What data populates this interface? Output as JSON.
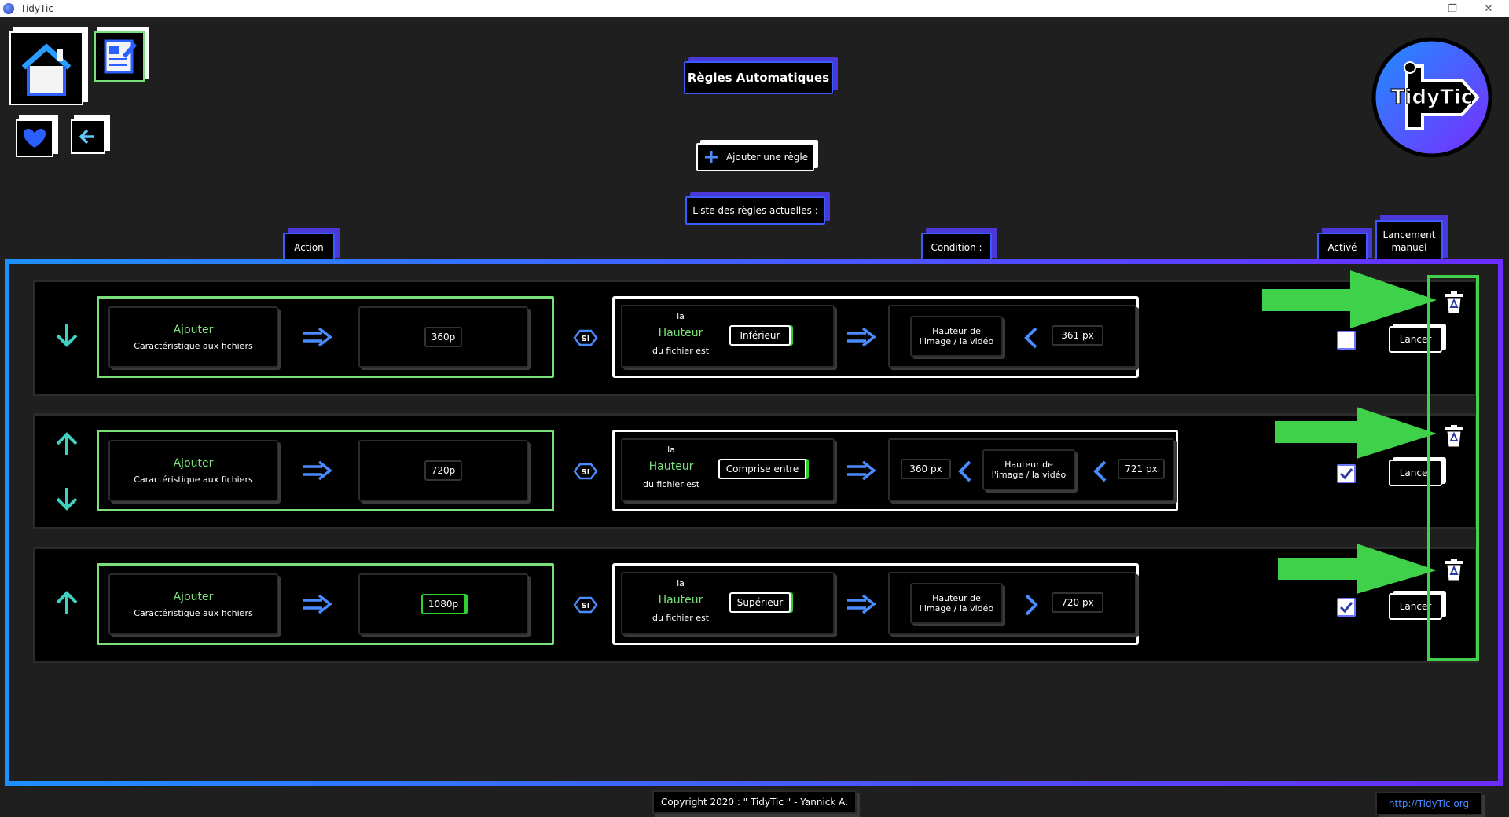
{
  "window": {
    "title": "TidyTic",
    "minimize": "—",
    "restore": "❐",
    "close": "✕"
  },
  "header": {
    "title": "Règles Automatiques",
    "add_rule": "Ajouter une règle",
    "list_title": "Liste des règles actuelles :"
  },
  "logo": {
    "text": "TidyTic"
  },
  "columns": {
    "action": "Action",
    "condition": "Condition :",
    "active": "Activé",
    "manual_line1": "Lancement",
    "manual_line2": "manuel"
  },
  "rules": [
    {
      "action_title": "Ajouter",
      "action_sub": "Caractéristique aux fichiers",
      "action_value": "360p",
      "si": "SI",
      "cond_la": "la",
      "cond_field": "Hauteur",
      "cond_suffix": "du fichier est",
      "operator": "Inférieur",
      "cmp_left": "",
      "prop_line1": "Hauteur de",
      "prop_line2": "l'image / la vidéo",
      "cmp_right": "361 px",
      "checked": false,
      "lancer": "Lancer"
    },
    {
      "action_title": "Ajouter",
      "action_sub": "Caractéristique aux fichiers",
      "action_value": "720p",
      "si": "SI",
      "cond_la": "la",
      "cond_field": "Hauteur",
      "cond_suffix": "du fichier est",
      "operator": "Comprise entre",
      "cmp_left": "360 px",
      "prop_line1": "Hauteur de",
      "prop_line2": "l'image / la vidéo",
      "cmp_right": "721 px",
      "checked": true,
      "lancer": "Lancer"
    },
    {
      "action_title": "Ajouter",
      "action_sub": "Caractéristique aux fichiers",
      "action_value": "1080p",
      "si": "SI",
      "cond_la": "la",
      "cond_field": "Hauteur",
      "cond_suffix": "du fichier est",
      "operator": "Supérieur",
      "cmp_left": "",
      "prop_line1": "Hauteur de",
      "prop_line2": "l'image / la vidéo",
      "cmp_right": "720 px",
      "checked": true,
      "lancer": "Lancer"
    }
  ],
  "footer": {
    "copyright": "Copyright 2020 : \" TidyTic \" - Yannick A.",
    "link": "http://TidyTic.org"
  },
  "colors": {
    "accent_blue": "#3a5bff",
    "accent_purple": "#6a2cff",
    "green": "#79e079",
    "highlight_green": "#3fd14a"
  },
  "icons": {
    "home": "home-icon",
    "edit": "edit-document-icon",
    "favorite": "heart-icon",
    "back": "back-arrow-icon",
    "add": "plus-icon",
    "delete": "trash-icon"
  }
}
